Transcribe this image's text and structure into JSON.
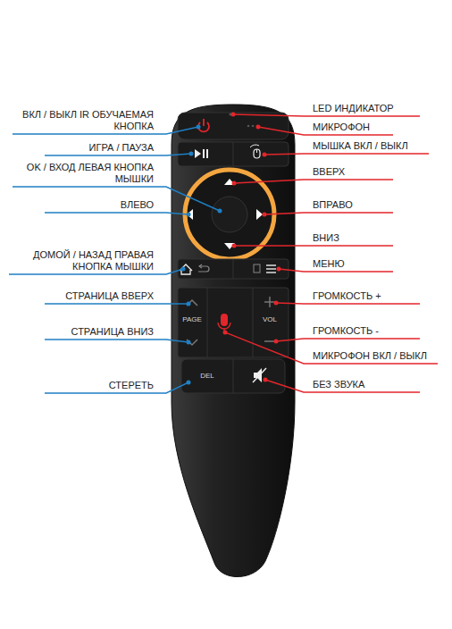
{
  "diagram": {
    "labels": [
      "ВКЛ / ВЫКЛ IR ОБУЧАЕМАЯ КНОПКА",
      "LED ИНДИКАТОР",
      "МИКРОФОН",
      "ИГРА / ПАУЗА",
      "МЫШКА ВКЛ / ВЫКЛ",
      "OK / ВХОД ЛЕВАЯ КНОПКА МЫШКИ",
      "ВВЕРХ",
      "ВЛЕВО",
      "ВПРАВО",
      "ВНИЗ",
      "ДОМОЙ / НАЗАД ПРАВАЯ КНОПКА МЫШКИ",
      "МЕНЮ",
      "СТРАНИЦА ВВЕРХ",
      "ГРОМКОСТЬ +",
      "PAGE",
      "VOL",
      "СТРАНИЦА ВНИЗ",
      "ГРОМКОСТЬ -",
      "МИКРОФОН ВКЛ / ВЫКЛ",
      "DEL",
      "СТЕРЕТЬ",
      "БЕЗ ЗВУКА"
    ]
  }
}
